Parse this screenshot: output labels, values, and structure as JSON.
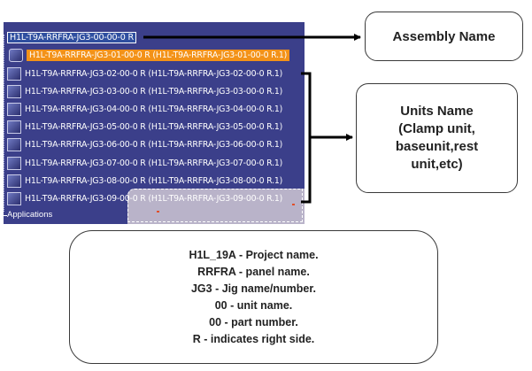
{
  "tree": {
    "root_label": "H1L-T9A-RRFRA-JG3-00-00-0 R",
    "selected_label": "H1L-T9A-RRFRA-JG3-01-00-0 R (H1L-T9A-RRFRA-JG3-01-00-0 R.1)",
    "items": [
      "H1L-T9A-RRFRA-JG3-02-00-0 R (H1L-T9A-RRFRA-JG3-02-00-0 R.1)",
      "H1L-T9A-RRFRA-JG3-03-00-0 R (H1L-T9A-RRFRA-JG3-03-00-0 R.1)",
      "H1L-T9A-RRFRA-JG3-04-00-0 R (H1L-T9A-RRFRA-JG3-04-00-0 R.1)",
      "H1L-T9A-RRFRA-JG3-05-00-0 R (H1L-T9A-RRFRA-JG3-05-00-0 R.1)",
      "H1L-T9A-RRFRA-JG3-06-00-0 R (H1L-T9A-RRFRA-JG3-06-00-0 R.1)",
      "H1L-T9A-RRFRA-JG3-07-00-0 R (H1L-T9A-RRFRA-JG3-07-00-0 R.1)",
      "H1L-T9A-RRFRA-JG3-08-00-0 R (H1L-T9A-RRFRA-JG3-08-00-0 R.1)",
      "H1L-T9A-RRFRA-JG3-09-00-0 R (H1L-T9A-RRFRA-JG3-09-00-0 R.1)"
    ],
    "applications_label": "Applications"
  },
  "callouts": {
    "assembly": "Assembly Name",
    "units": [
      "Units Name",
      "(Clamp unit,",
      "baseunit,rest",
      "unit,etc)"
    ]
  },
  "legend": [
    "H1L_19A - Project name.",
    "RRFRA - panel name.",
    "JG3 - Jig name/number.",
    "00 - unit name.",
    "00 - part number.",
    "R - indicates right side."
  ],
  "colors": {
    "panel_bg": "#3b3f8a",
    "selection": "#f39218",
    "arrow": "#000000"
  }
}
